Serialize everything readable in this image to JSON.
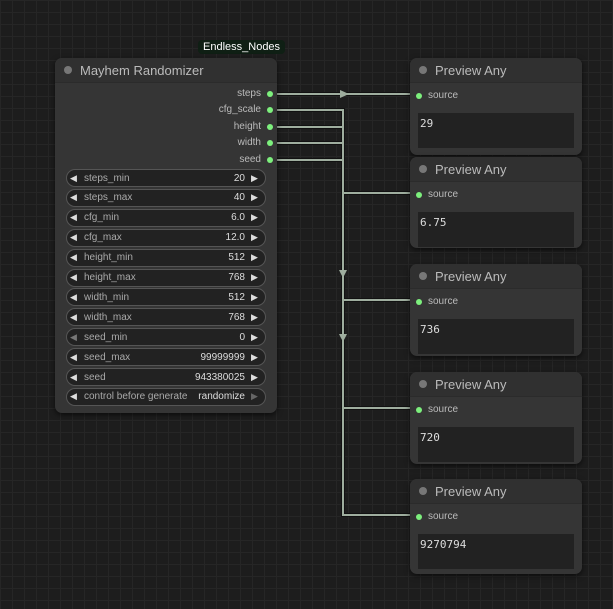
{
  "badge": "Endless_Nodes",
  "randomizer": {
    "title": "Mayhem Randomizer",
    "outputs": [
      "steps",
      "cfg_scale",
      "height",
      "width",
      "seed"
    ],
    "widgets": [
      {
        "name": "steps_min",
        "value": "20"
      },
      {
        "name": "steps_max",
        "value": "40"
      },
      {
        "name": "cfg_min",
        "value": "6.0"
      },
      {
        "name": "cfg_max",
        "value": "12.0"
      },
      {
        "name": "height_min",
        "value": "512"
      },
      {
        "name": "height_max",
        "value": "768"
      },
      {
        "name": "width_min",
        "value": "512"
      },
      {
        "name": "width_max",
        "value": "768"
      },
      {
        "name": "seed_min",
        "value": "0"
      },
      {
        "name": "seed_max",
        "value": "99999999"
      },
      {
        "name": "seed",
        "value": "943380025"
      },
      {
        "name": "control before generate",
        "value": "randomize"
      }
    ]
  },
  "previews": [
    {
      "title": "Preview Any",
      "input": "source",
      "value": "29"
    },
    {
      "title": "Preview Any",
      "input": "source",
      "value": "6.75"
    },
    {
      "title": "Preview Any",
      "input": "source",
      "value": "736"
    },
    {
      "title": "Preview Any",
      "input": "source",
      "value": "720"
    },
    {
      "title": "Preview Any",
      "input": "source",
      "value": "9270794"
    }
  ],
  "colors": {
    "link": "#9fae9f",
    "slot": "#7df07d"
  }
}
